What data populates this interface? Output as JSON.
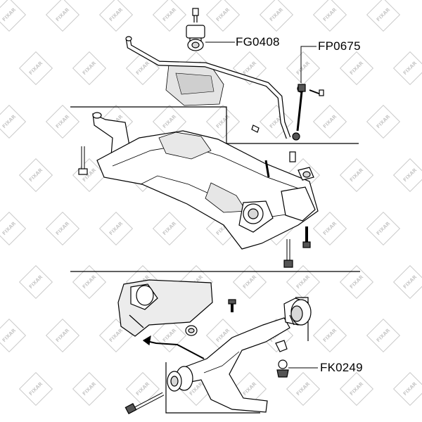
{
  "watermark": {
    "brand": "FIXAR",
    "color": "#c9c9c9"
  },
  "callouts": [
    {
      "id": "stabilizer-bushing",
      "label": "FG0408"
    },
    {
      "id": "stabilizer-link",
      "label": "FP0675"
    },
    {
      "id": "ball-joint",
      "label": "FK0249"
    }
  ],
  "colors": {
    "line": "#000000",
    "part": "#ffffff",
    "shade": "#d8d8d8",
    "dark": "#555555"
  }
}
